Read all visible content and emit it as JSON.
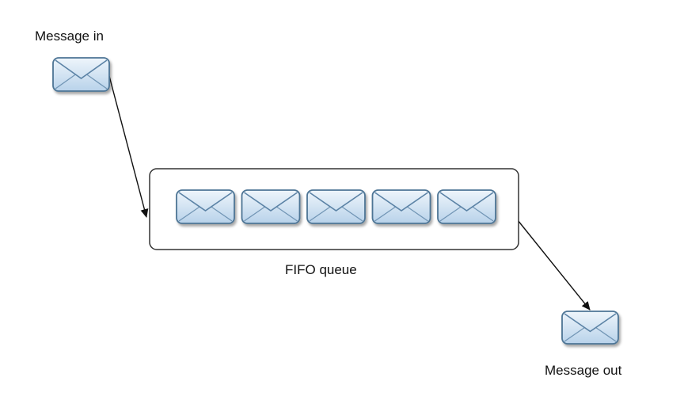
{
  "labels": {
    "message_in": "Message in",
    "queue": "FIFO queue",
    "message_out": "Message out"
  },
  "queue": {
    "message_count": 5
  },
  "colors": {
    "envelope_fill_top": "#eef5fb",
    "envelope_fill_bottom": "#b8d2ea",
    "envelope_stroke": "#4d7495",
    "envelope_flap": "#5b83a6",
    "queue_border": "#333333",
    "arrow": "#111111"
  },
  "icons": {
    "message": "envelope-icon"
  }
}
